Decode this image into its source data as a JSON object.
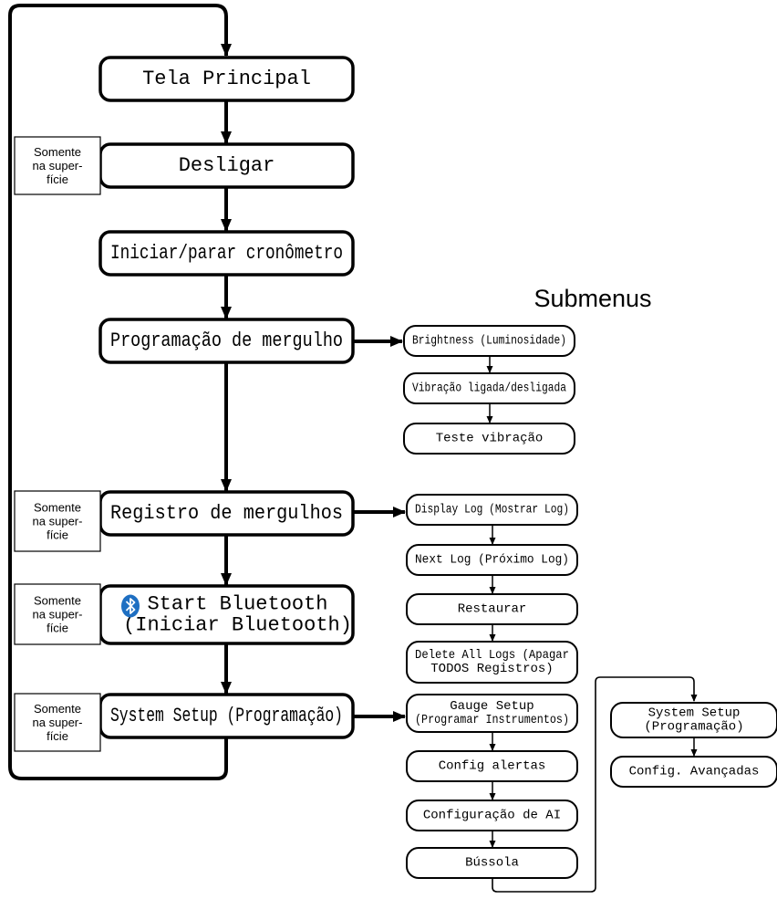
{
  "heading": "Submenus",
  "surface_note": [
    "Somente",
    "na super-",
    "fície"
  ],
  "main_menu": [
    {
      "id": "tela-principal",
      "lines": [
        "Tela Principal"
      ]
    },
    {
      "id": "desligar",
      "lines": [
        "Desligar"
      ]
    },
    {
      "id": "iniciar-parar-cronometro",
      "lines": [
        "Iniciar/parar cronômetro"
      ]
    },
    {
      "id": "programacao-de-mergulho",
      "lines": [
        "Programação de mergulho"
      ]
    },
    {
      "id": "registro-de-mergulhos",
      "lines": [
        "Registro de mergulhos"
      ]
    },
    {
      "id": "start-bluetooth",
      "lines": [
        "Start Bluetooth",
        "(Iniciar Bluetooth)"
      ],
      "icon": "bluetooth-icon"
    },
    {
      "id": "system-setup",
      "lines": [
        "System Setup (Programação)"
      ]
    }
  ],
  "submenu_dive": [
    {
      "id": "brightness",
      "lines": [
        "Brightness (Luminosidade)"
      ]
    },
    {
      "id": "vibracao",
      "lines": [
        "Vibração ligada/desligada"
      ]
    },
    {
      "id": "teste-vibracao",
      "lines": [
        "Teste vibração"
      ]
    }
  ],
  "submenu_log": [
    {
      "id": "display-log",
      "lines": [
        "Display Log (Mostrar Log)"
      ]
    },
    {
      "id": "next-log",
      "lines": [
        "Next Log (Próximo Log)"
      ]
    },
    {
      "id": "restaurar",
      "lines": [
        "Restaurar"
      ]
    },
    {
      "id": "delete-all-logs",
      "lines": [
        "Delete All Logs (Apagar",
        "TODOS Registros)"
      ]
    }
  ],
  "submenu_setup": [
    {
      "id": "gauge-setup",
      "lines": [
        "Gauge Setup",
        "(Programar Instrumentos)"
      ]
    },
    {
      "id": "config-alertas",
      "lines": [
        "Config alertas"
      ]
    },
    {
      "id": "configuracao-de-ai",
      "lines": [
        "Configuração de AI"
      ]
    },
    {
      "id": "bussola",
      "lines": [
        "Bússola"
      ]
    }
  ],
  "submenu_advanced": [
    {
      "id": "system-setup-sub",
      "lines": [
        "System Setup",
        "(Programação)"
      ]
    },
    {
      "id": "config-avancadas",
      "lines": [
        "Config. Avançadas"
      ]
    }
  ],
  "colors": {
    "line": "#000000",
    "background": "#ffffff",
    "bluetooth": "#1e6fc2"
  }
}
